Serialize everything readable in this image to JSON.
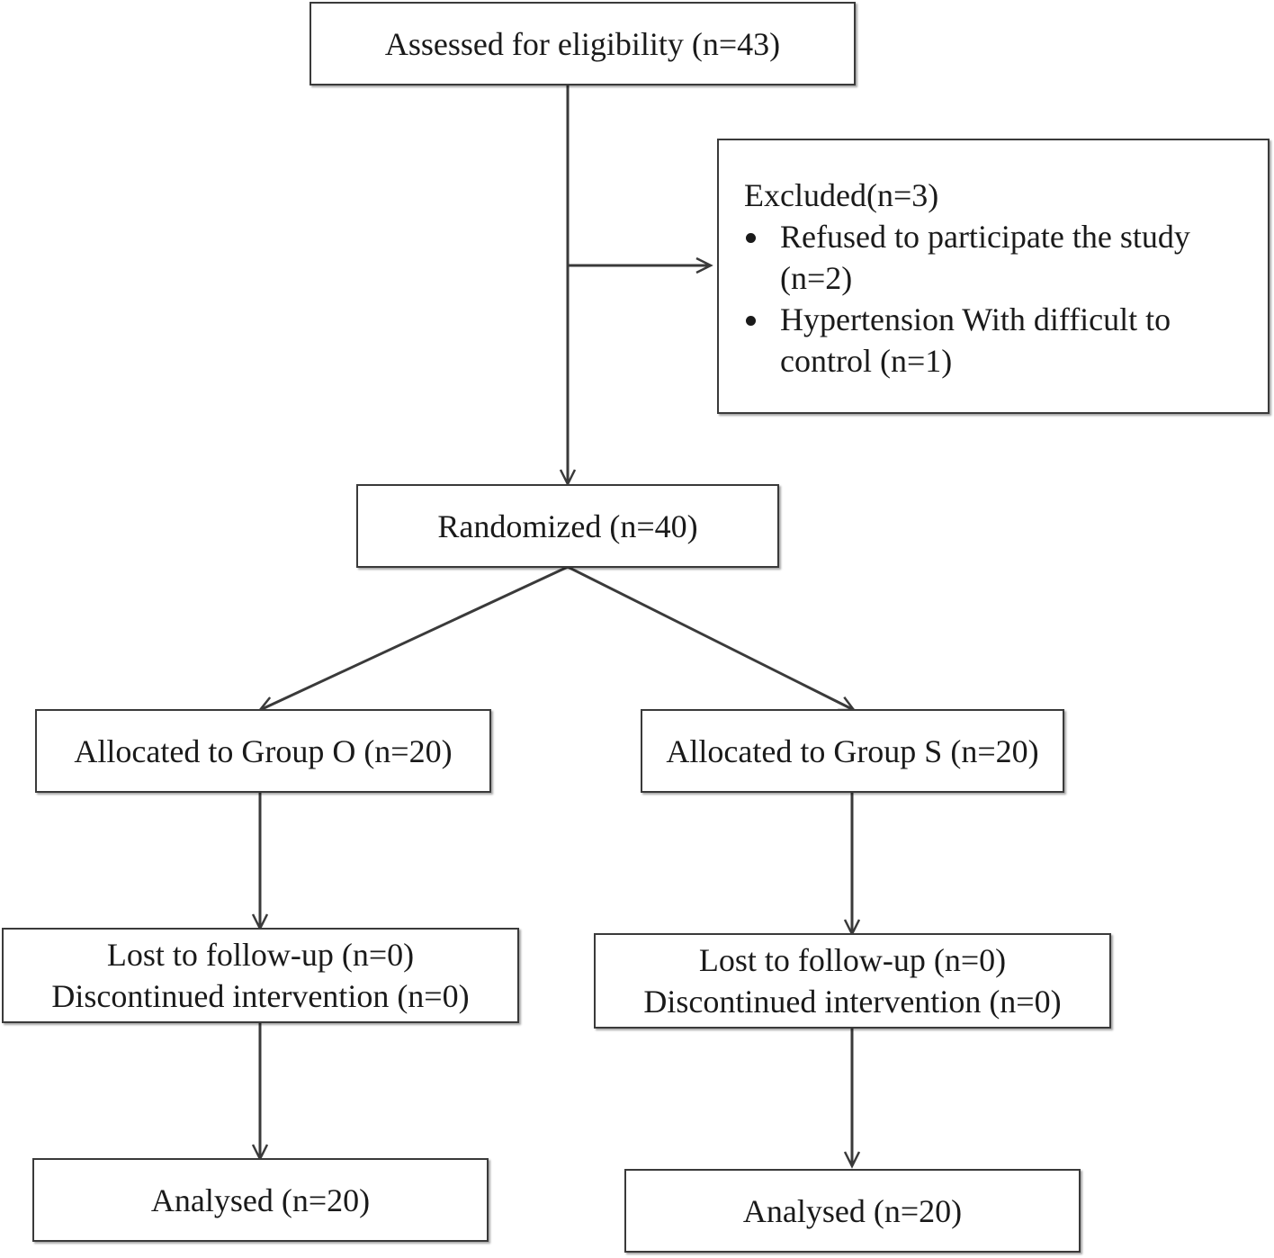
{
  "nodes": {
    "assessed": {
      "label": "Assessed for eligibility (n=43)"
    },
    "excluded": {
      "title": "Excluded(n=3)",
      "items": [
        "Refused to participate the study (n=2)",
        "Hypertension With difficult to control (n=1)"
      ]
    },
    "randomized": {
      "label": "Randomized (n=40)"
    },
    "group_o": {
      "label": "Allocated to Group O (n=20)"
    },
    "group_s": {
      "label": "Allocated to Group S (n=20)"
    },
    "followup_o": {
      "lines": [
        "Lost to follow-up (n=0)",
        "Discontinued intervention (n=0)"
      ]
    },
    "followup_s": {
      "lines": [
        "Lost to follow-up (n=0)",
        "Discontinued intervention (n=0)"
      ]
    },
    "analysed_o": {
      "label": "Analysed (n=20)"
    },
    "analysed_s": {
      "label": "Analysed (n=20)"
    }
  },
  "edges": [
    [
      "assessed",
      "randomized"
    ],
    [
      "assessed",
      "excluded"
    ],
    [
      "randomized",
      "group_o"
    ],
    [
      "randomized",
      "group_s"
    ],
    [
      "group_o",
      "followup_o"
    ],
    [
      "group_s",
      "followup_s"
    ],
    [
      "followup_o",
      "analysed_o"
    ],
    [
      "followup_s",
      "analysed_s"
    ]
  ],
  "colors": {
    "stroke": "#3a3a3a",
    "text": "#1a1a1a",
    "background": "#ffffff"
  }
}
